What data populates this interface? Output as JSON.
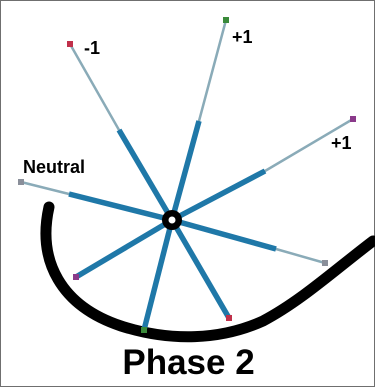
{
  "title": "Phase 2",
  "labels": {
    "minus_one": "-1",
    "plus_one_top": "+1",
    "plus_one_right": "+1",
    "neutral": "Neutral"
  },
  "colors": {
    "spoke_thick": "#1f78a8",
    "spoke_thin": "#8aabb8",
    "hub": "#000000",
    "curve": "#000000",
    "tip_red": "#c0304a",
    "tip_green": "#3a8a3a",
    "tip_purple": "#8a3a8a",
    "tip_gray": "#8a8f9a"
  }
}
